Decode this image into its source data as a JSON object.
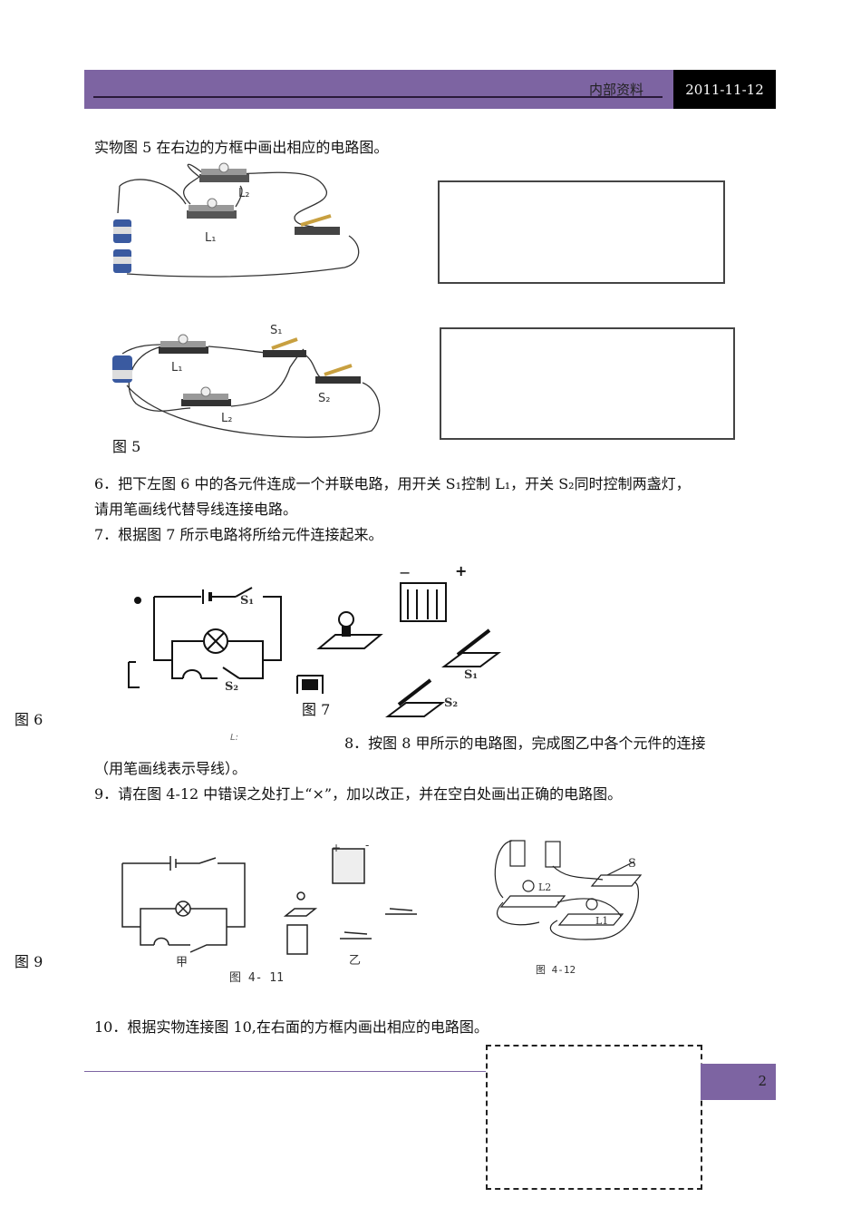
{
  "header": {
    "label": "内部资料",
    "date": "2011-11-12",
    "colors": {
      "bar": "#7d64a2",
      "date_box": "#000000"
    }
  },
  "section5": {
    "instruction": "实物图 5 在右边的方框中画出相应的电路图。",
    "fig_top_labels": {
      "l1": "L₁",
      "l2": "L₂"
    },
    "fig_bottom_labels": {
      "l1": "L₁",
      "l2": "L₂",
      "s1": "S₁",
      "s2": "S₂"
    },
    "caption": "图 5"
  },
  "q6": {
    "line1": "6．把下左图 6 中的各元件连成一个并联电路，用开关 S₁控制 L₁，开关 S₂同时控制两盏灯，",
    "line2": "请用笔画线代替导线连接电路。",
    "caption": "图 6"
  },
  "q7": {
    "text": "7．根据图 7 所示电路将所给元件连接起来。",
    "caption": "图 7",
    "labels": {
      "s1": "S₁",
      "s2": "S₂",
      "plus": "+",
      "minus": "−"
    },
    "stray": "L:"
  },
  "q8": {
    "line1": "8．按图 8 甲所示的电路图，完成图乙中各个元件的连接",
    "line2": "（用笔画线表示导线）。"
  },
  "q9": {
    "text": "9．请在图 4-12 中错误之处打上“×”，加以改正，并在空白处画出正确的电路图。",
    "caption": "图 9",
    "fig411": {
      "jia": "甲",
      "yi": "乙",
      "caption": "图 4- 11",
      "plus": "+",
      "minus": "-"
    },
    "fig412": {
      "caption": "图 4-12",
      "s": "S",
      "l1": "L1",
      "l2": "L2"
    }
  },
  "q10": {
    "text": "10．根据实物连接图 10,在右面的方框内画出相应的电路图。"
  },
  "footer": {
    "page": "2"
  }
}
